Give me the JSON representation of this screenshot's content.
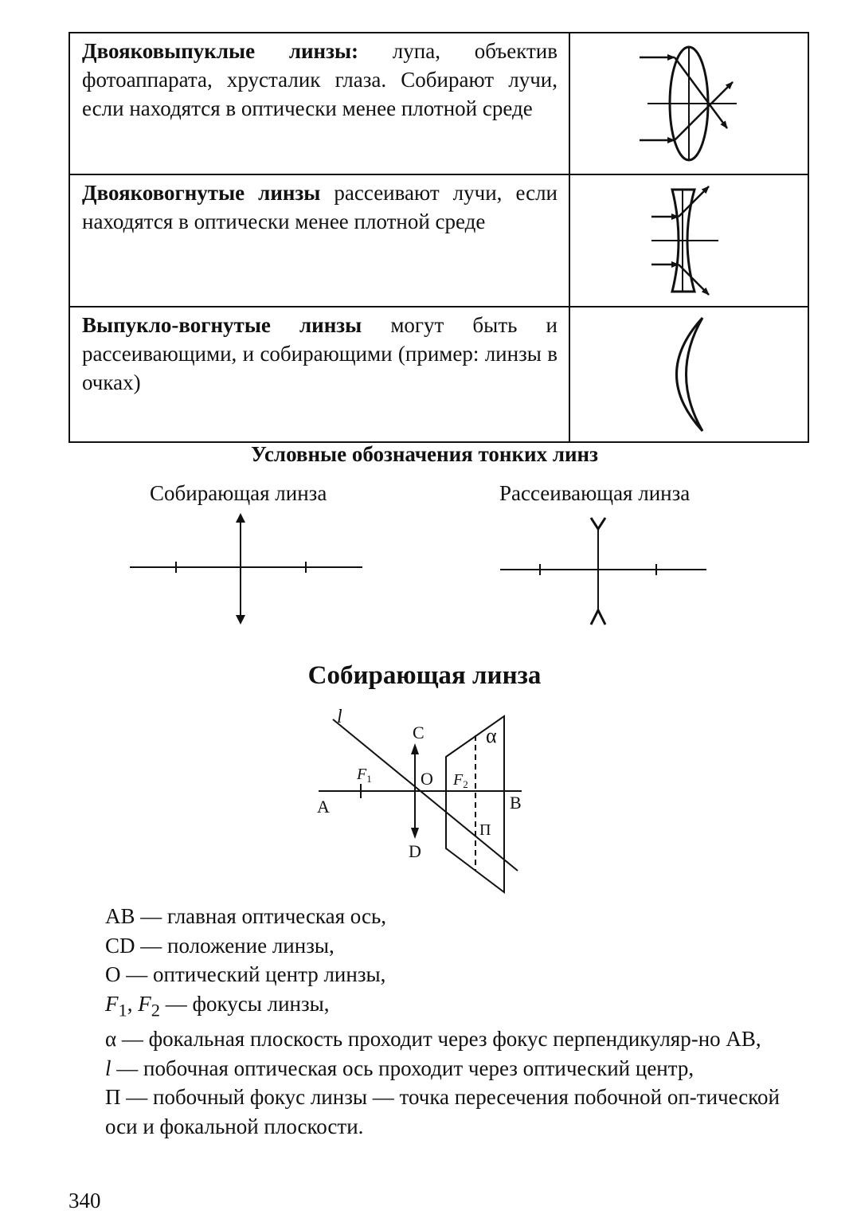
{
  "table": {
    "rows": [
      {
        "term": "Двояковыпуклые линзы:",
        "text": " лупа, объектив фотоаппарата, хрусталик глаза. Собирают лучи, если находятся в оптически менее плотной среде"
      },
      {
        "term": "Двояковогнутые линзы",
        "text": " рассеивают лучи, если находятся в оптически менее плотной среде"
      },
      {
        "term": "Выпукло-вогнутые линзы",
        "text": " могут быть и рассеивающими, и собирающими (пример: линзы в очках)"
      }
    ]
  },
  "symbols": {
    "heading": "Условные обозначения тонких линз",
    "converging_label": "Собирающая линза",
    "diverging_label": "Рассеивающая линза"
  },
  "converging": {
    "heading": "Собирающая линза",
    "labels": {
      "l": "l",
      "C": "C",
      "alpha": "α",
      "F1": "F",
      "F1_sub": "1",
      "O": "O",
      "F2": "F",
      "F2_sub": "2",
      "A": "A",
      "B": "B",
      "P": "П",
      "D": "D"
    }
  },
  "legend": {
    "ab": "AB — главная оптическая ось,",
    "cd": "CD — положение линзы,",
    "o": "O — оптический центр линзы,",
    "f_F1": "F",
    "f_F1_sub": "1",
    "f_sep": ", ",
    "f_F2": "F",
    "f_F2_sub": "2",
    "f_rest": " — фокусы линзы,",
    "alpha_sym": "α",
    "alpha_text": " — фокальная плоскость проходит через фокус перпендикуляр-но AB,",
    "l_sym": "l",
    "l_text": " — побочная оптическая ось проходит через оптический центр,",
    "p_sym": "П",
    "p_text": " — побочный фокус линзы — точка пересечения побочной оп-тической оси и фокальной плоскости."
  },
  "page_number": "340"
}
